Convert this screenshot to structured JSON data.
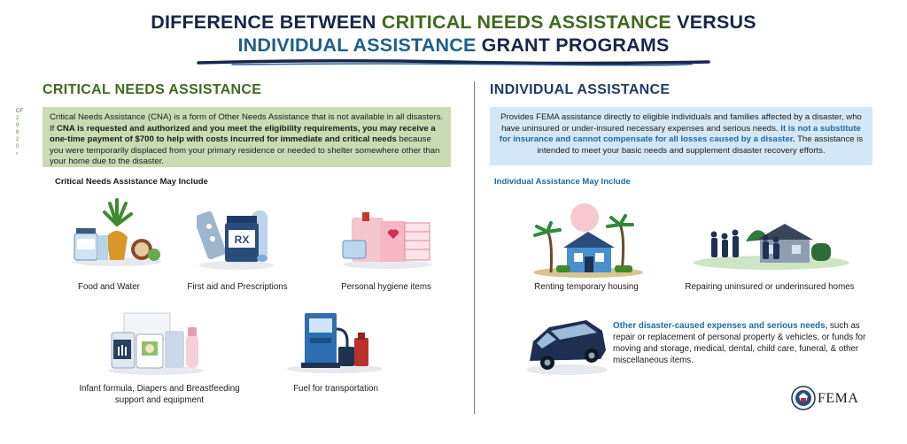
{
  "title": {
    "line1_a": "DIFFERENCE BETWEEN ",
    "line1_b": "CRITICAL NEEDS ASSISTANCE",
    "line1_c": " VERSUS",
    "line2_a": "INDIVIDUAL ASSISTANCE",
    "line2_b": " GRANT PROGRAMS"
  },
  "side_fragment": [
    "CF",
    "2",
    "9",
    "8",
    "2",
    "0",
    "‹"
  ],
  "cna": {
    "heading": "CRITICAL NEEDS ASSISTANCE",
    "desc_1": "Critical Needs Assistance (CNA) is a form of Other Needs Assistance that is not available in all disasters. If ",
    "desc_2": "CNA is requested and authorized and you meet the eligibility requirements, you may receive a one-time payment of $700 to help with costs incurred for immediate and critical needs",
    "desc_3": " because you were temporarily displaced from your primary residence or needed to shelter somewhere other than your home due to the disaster.",
    "may_include": "Critical Needs Assistance May Include",
    "items": [
      {
        "label": "Food and Water",
        "icon": "food-water-icon"
      },
      {
        "label": "First aid and Prescriptions",
        "icon": "prescription-icon"
      },
      {
        "label": "Personal hygiene items",
        "icon": "hygiene-icon"
      },
      {
        "label": "Infant formula, Diapers and Breastfeeding support and equipment",
        "icon": "infant-supplies-icon"
      },
      {
        "label": "Fuel for transportation",
        "icon": "fuel-pump-icon"
      }
    ]
  },
  "ia": {
    "heading": "INDIVIDUAL ASSISTANCE",
    "desc_1": "Provides FEMA assistance directly to eligible individuals and families affected by a disaster, who have uninsured or under-insured necessary expenses and serious needs. ",
    "desc_2": "It is not a substitute for insurance and cannot compensate for all losses caused by a disaster.",
    "desc_3": " The assistance is intended to meet your basic needs and supplement disaster recovery efforts.",
    "may_include": "Individual Assistance May Include",
    "items": [
      {
        "label": "Renting temporary housing",
        "icon": "rental-house-icon"
      },
      {
        "label": "Repairing uninsured or underinsured homes",
        "icon": "damaged-home-icon"
      }
    ],
    "other_hl": "Other disaster-caused expenses and serious needs,",
    "other_rest": " such as repair or replacement of personal property & vehicles, or funds for moving and storage, medical, dental, child care, funeral, & other miscellaneous items.",
    "other_icon": "vehicle-icon"
  },
  "footer": {
    "logo_text": "FEMA"
  },
  "colors": {
    "navy": "#17264a",
    "green": "#3e6b1e",
    "blue": "#1f5f8b",
    "cna_box": "#c9dbb3",
    "ia_box": "#d4e7f6"
  }
}
